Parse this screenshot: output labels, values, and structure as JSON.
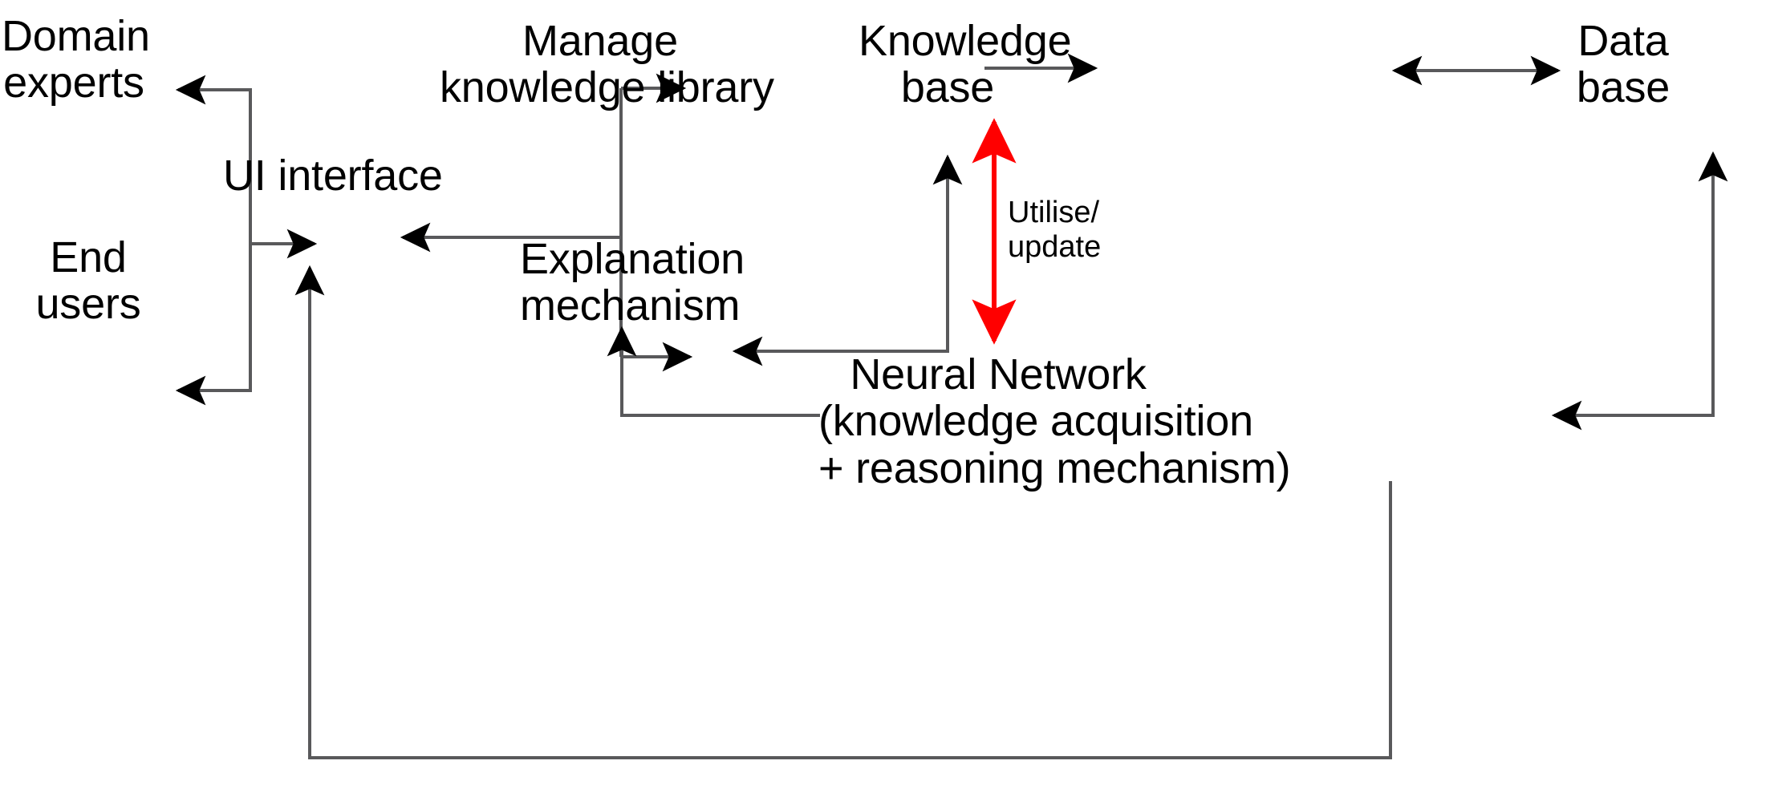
{
  "diagram": {
    "title": "Neural-network-based expert system architecture",
    "background_color": "#ffffff",
    "line_color": "#404040",
    "arrow_color": "#000000",
    "highlight_color": "#ff0000",
    "nodes": [
      {
        "id": "domain-experts",
        "label": "Domain\nexperts"
      },
      {
        "id": "end-users",
        "label": "End\nusers"
      },
      {
        "id": "ui-interface",
        "label": "UI interface"
      },
      {
        "id": "manage-knowledge-library",
        "label": "Manage\nknowledge library"
      },
      {
        "id": "knowledge-base",
        "label": "Knowledge\nbase"
      },
      {
        "id": "data-base",
        "label": "Data\nbase"
      },
      {
        "id": "explanation-mechanism",
        "label": "Explanation\nmechanism"
      },
      {
        "id": "neural-network",
        "label": "Neural Network\n(knowledge acquisition\n+ reasoning mechanism)"
      }
    ],
    "edge_labels": [
      {
        "id": "utilise-update",
        "label": "Utilise/\nupdate",
        "color": "#ff0000"
      }
    ],
    "edges": [
      {
        "from": "ui-interface",
        "to": "domain-experts",
        "style": "elbow",
        "direction": "single"
      },
      {
        "from": "ui-interface",
        "to": "end-users",
        "style": "elbow",
        "direction": "single"
      },
      {
        "from": "domain-experts-bus",
        "to": "ui-interface",
        "style": "straight",
        "direction": "single"
      },
      {
        "from": "ui-interface-bus",
        "to": "manage-knowledge-library",
        "style": "elbow",
        "direction": "single"
      },
      {
        "from": "ui-interface-bus",
        "to": "explanation-mechanism",
        "style": "elbow",
        "direction": "single"
      },
      {
        "from": "manage-knowledge-library",
        "to": "ui-interface",
        "style": "straight",
        "direction": "single"
      },
      {
        "from": "manage-knowledge-library",
        "to": "knowledge-base",
        "style": "straight",
        "direction": "single"
      },
      {
        "from": "knowledge-base",
        "to": "data-base",
        "style": "straight",
        "direction": "double"
      },
      {
        "from": "knowledge-base",
        "to": "explanation-mechanism",
        "style": "elbow",
        "direction": "single"
      },
      {
        "from": "neural-network",
        "to": "knowledge-base",
        "style": "straight",
        "direction": "double",
        "color": "#ff0000",
        "label": "Utilise/\nupdate"
      },
      {
        "from": "neural-network",
        "to": "explanation-mechanism",
        "style": "elbow",
        "direction": "single"
      },
      {
        "from": "data-base",
        "to": "neural-network",
        "style": "elbow",
        "direction": "single"
      },
      {
        "from": "neural-network",
        "to": "ui-interface",
        "style": "elbow-bottom-loop",
        "direction": "single"
      }
    ]
  }
}
